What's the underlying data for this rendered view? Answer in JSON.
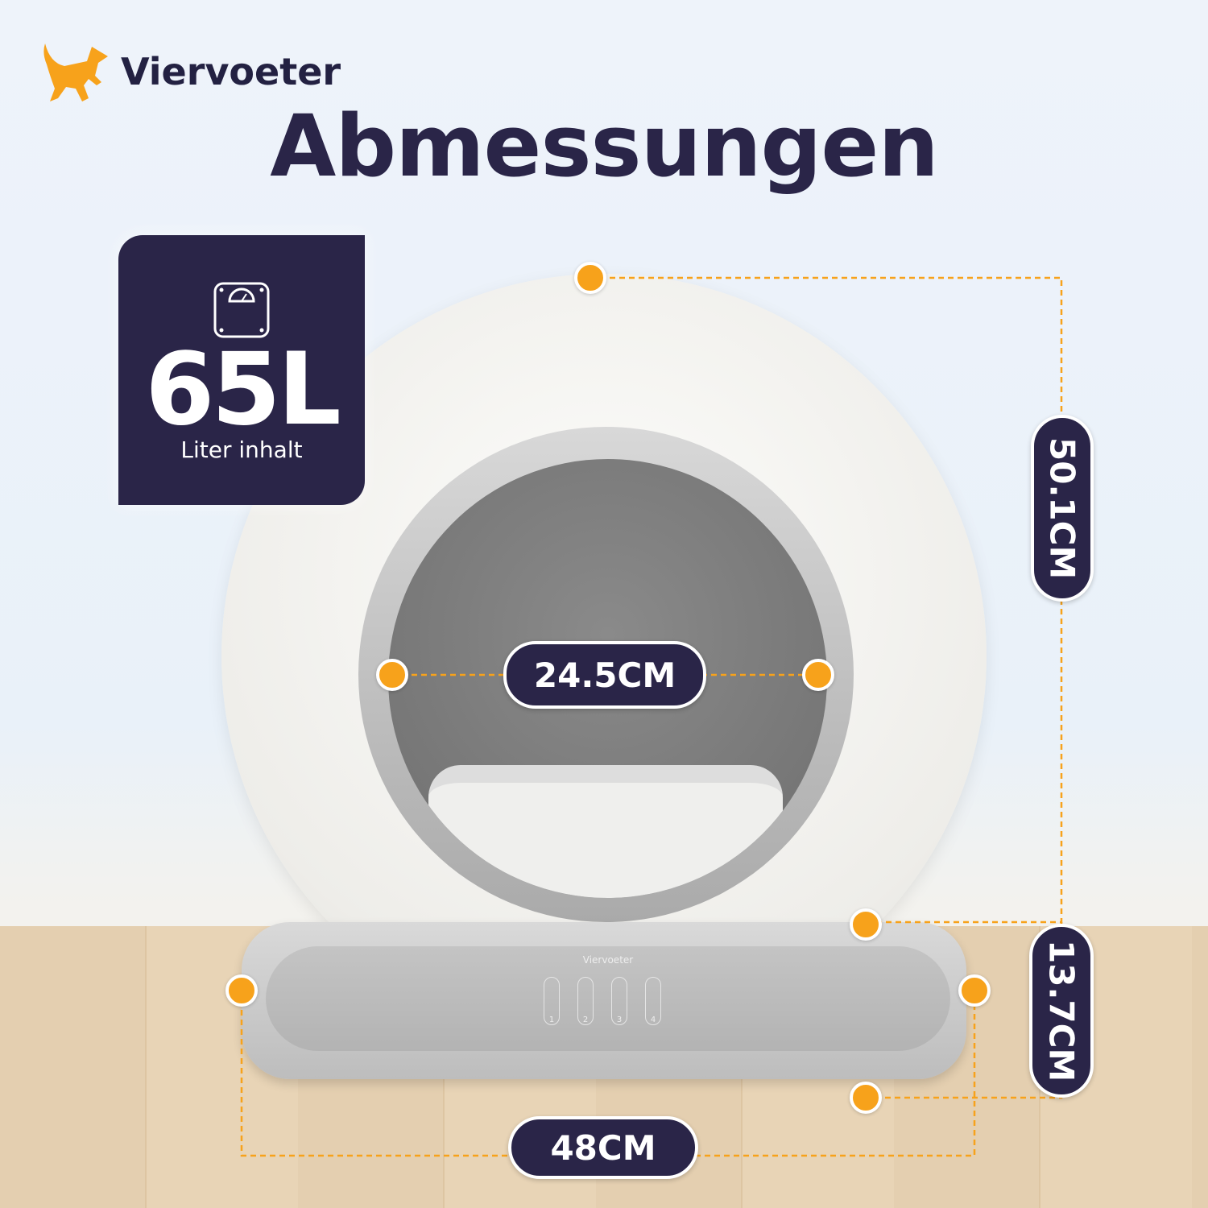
{
  "brand": {
    "name": "Viervoeter",
    "logo_icon": "orange-dog-icon"
  },
  "title": "Abmessungen",
  "capacity": {
    "icon": "scale-icon",
    "value": "65L",
    "label": "Liter inhalt"
  },
  "dimensions": {
    "height": "50.1CM",
    "door_width": "24.5CM",
    "base_height": "13.7CM",
    "width": "48CM"
  },
  "control_panel": {
    "brand": "Viervoeter",
    "buttons": [
      "1",
      "2",
      "3",
      "4"
    ]
  },
  "colors": {
    "navy": "#2a2548",
    "orange": "#f7a21b"
  }
}
